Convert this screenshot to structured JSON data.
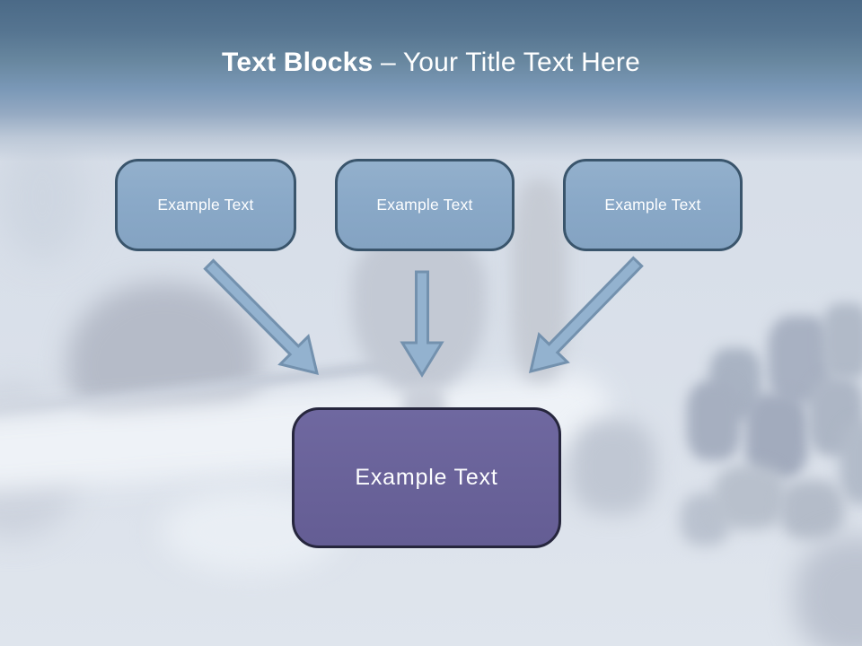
{
  "slide": {
    "title": {
      "emphasis": "Text Blocks",
      "rest": "– Your Title Text Here"
    },
    "blocks": {
      "top": [
        {
          "label": "Example Text"
        },
        {
          "label": "Example Text"
        },
        {
          "label": "Example Text"
        }
      ],
      "center": {
        "label": "Example Text"
      }
    },
    "colors": {
      "header_gradient_top": "#4b6a87",
      "header_gradient_mid": "#7a98b7",
      "canvas_background": "#d9e0ea",
      "title_text": "#ffffff",
      "block_fill": "#8babc9",
      "block_border": "#3a556c",
      "block_text": "#fdfeff",
      "center_fill": "#69629a",
      "center_border": "#26263d",
      "center_text": "#fdfeff",
      "arrow_fill": "#93b2cf",
      "arrow_stroke": "#7391ae"
    }
  }
}
